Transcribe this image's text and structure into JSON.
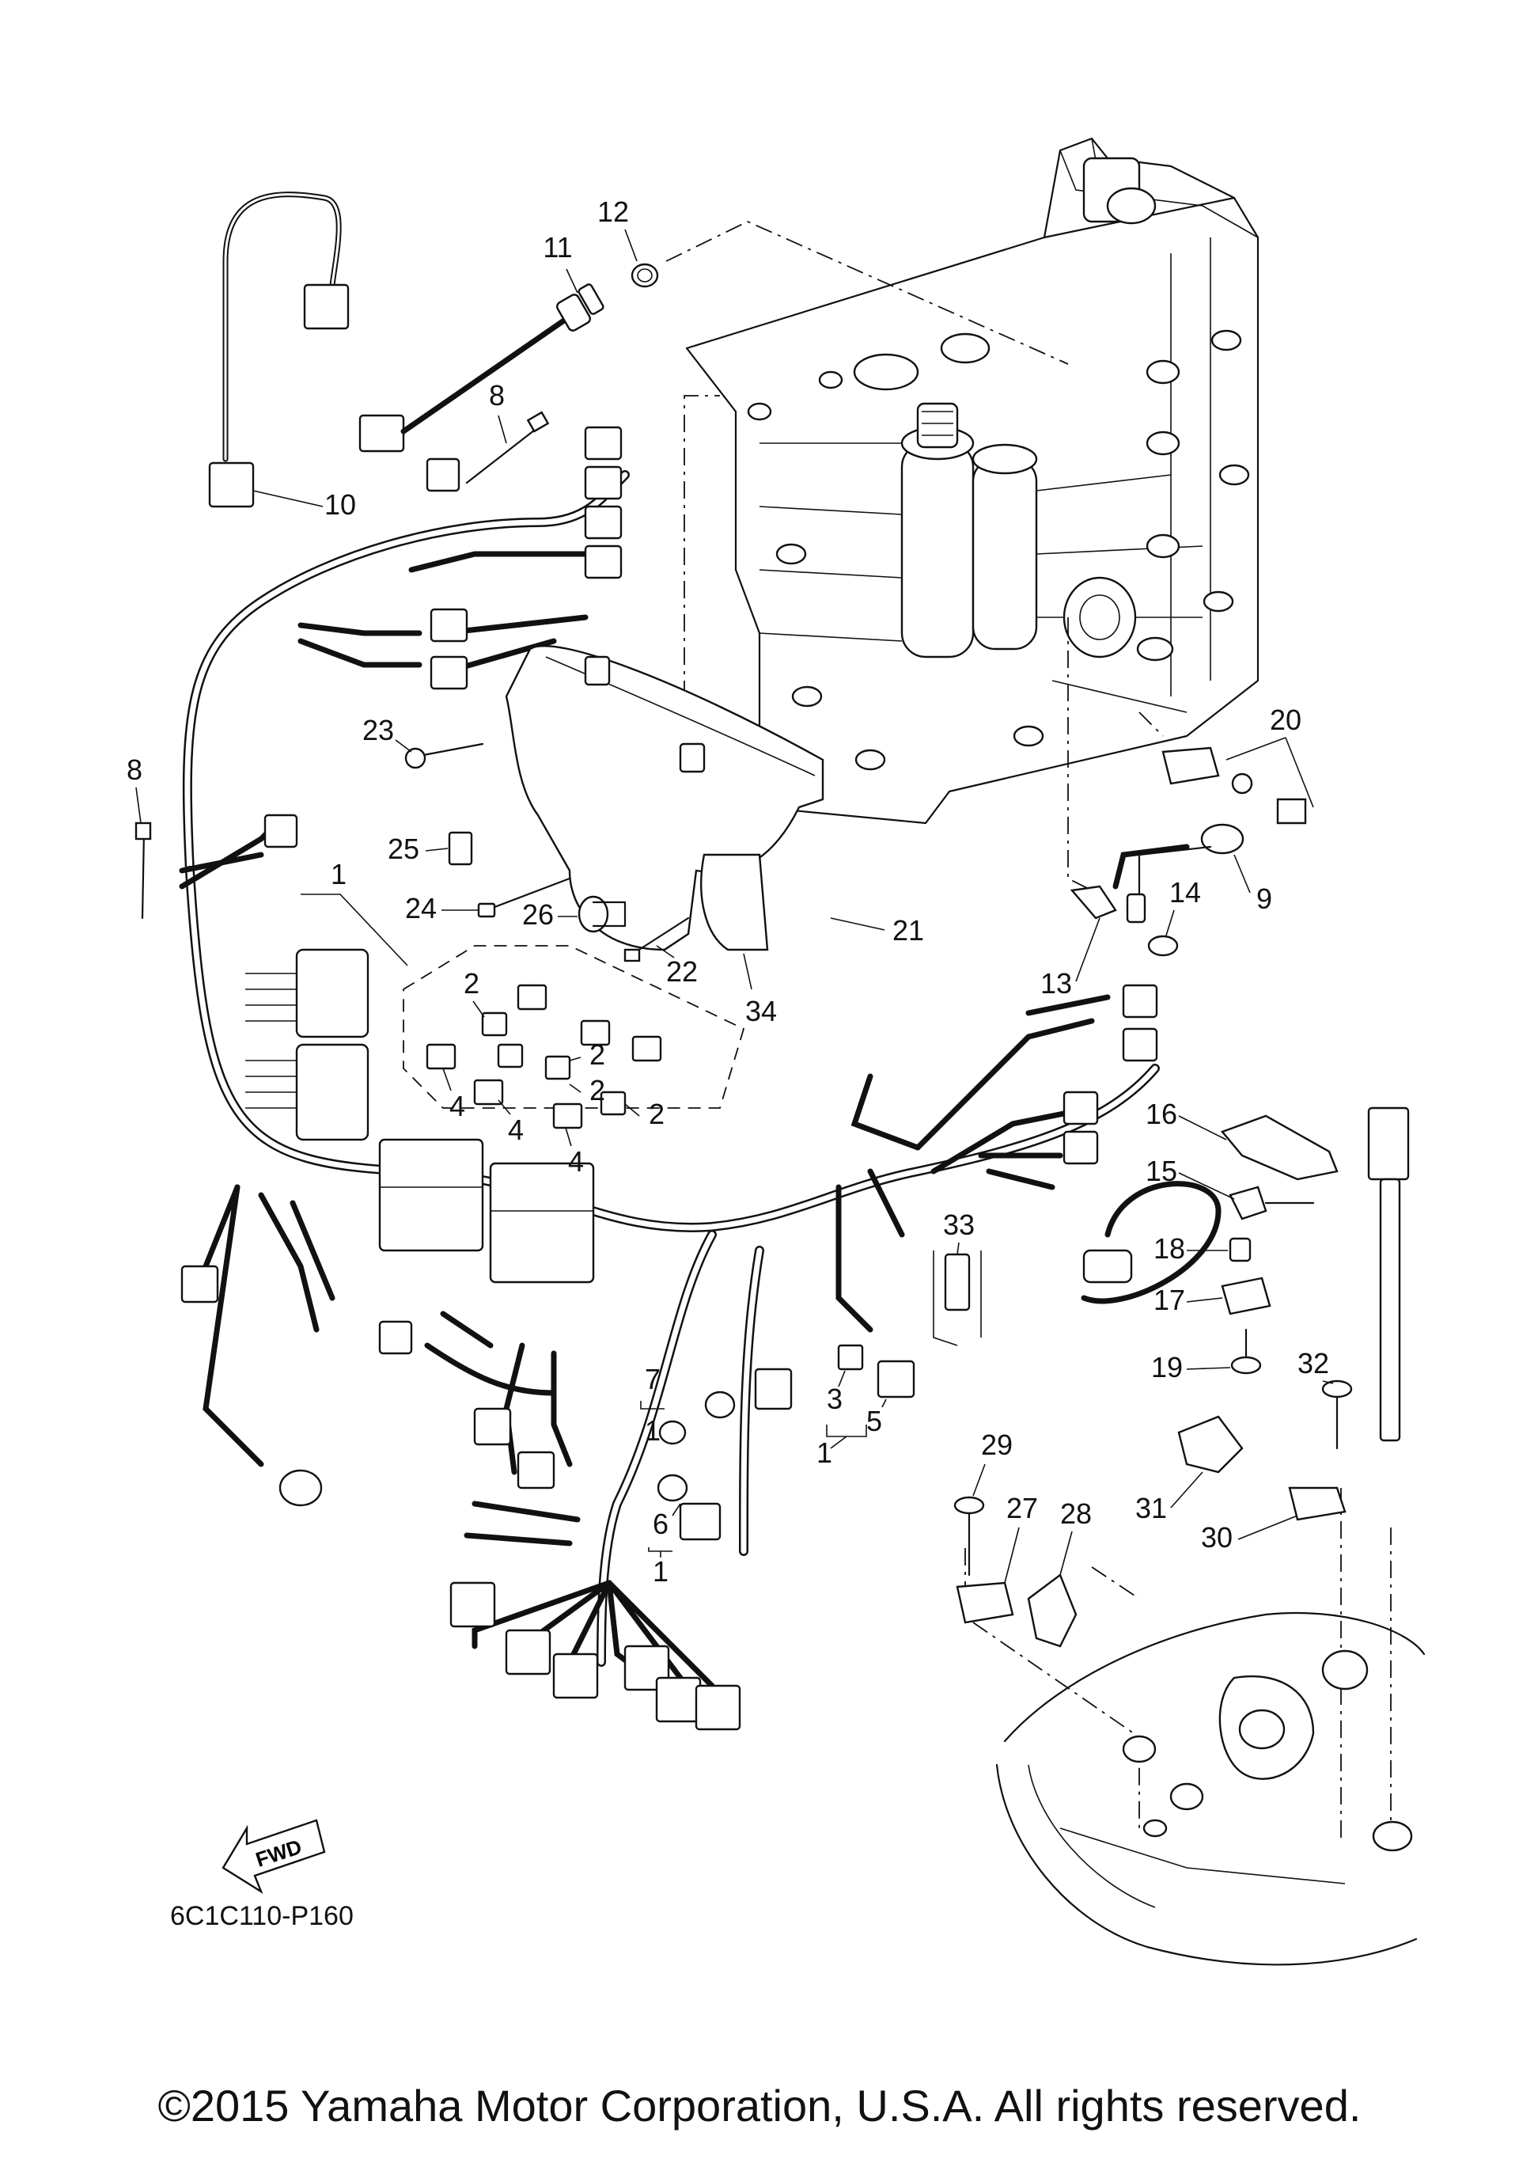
{
  "diagram_code": "6C1C110-P160",
  "fwd_label": "FWD",
  "copyright": "©2015 Yamaha Motor Corporation, U.S.A. All rights reserved.",
  "callouts": [
    "12",
    "11",
    "8",
    "10",
    "8",
    "23",
    "20",
    "25",
    "1",
    "24",
    "26",
    "22",
    "21",
    "9",
    "14",
    "34",
    "13",
    "2",
    "2",
    "2",
    "4",
    "2",
    "4",
    "4",
    "16",
    "15",
    "33",
    "18",
    "17",
    "19",
    "32",
    "7",
    "1",
    "3",
    "5",
    "1",
    "29",
    "27",
    "28",
    "31",
    "30",
    "6",
    "1"
  ]
}
